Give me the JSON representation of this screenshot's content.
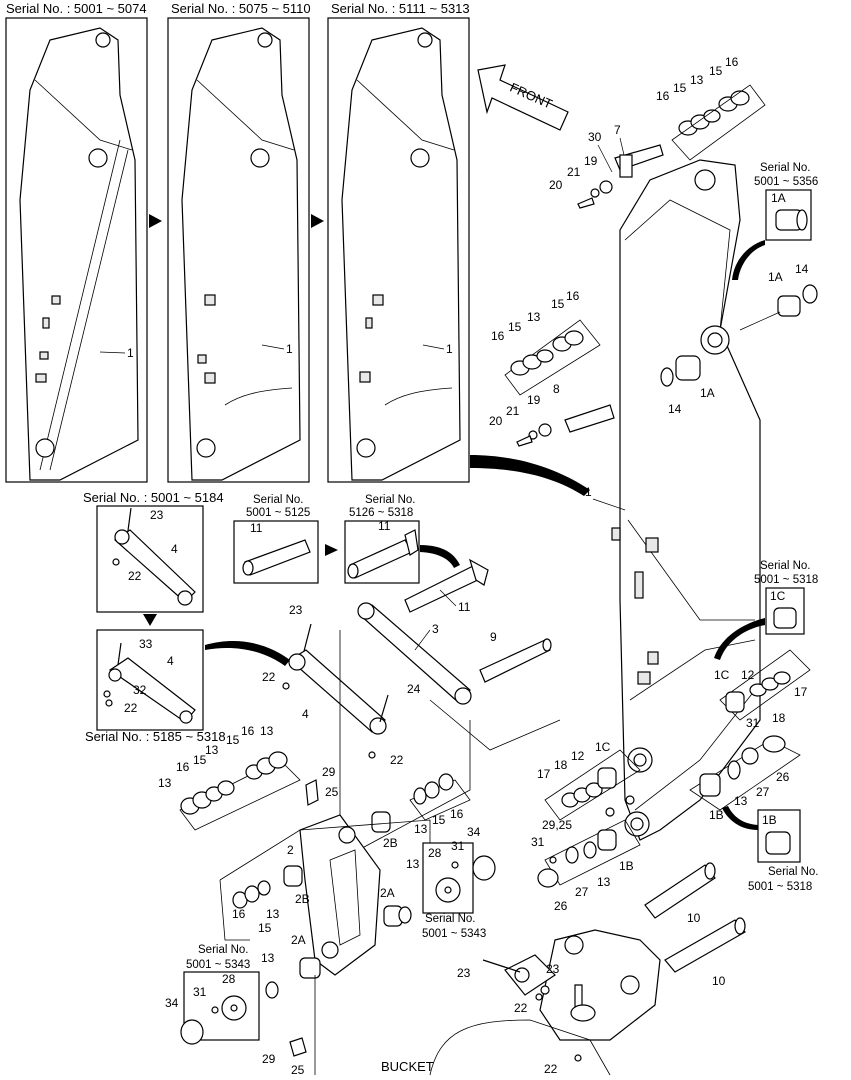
{
  "top_panels": [
    {
      "serial": "Serial No. : 5001 ~ 5074",
      "part": "1"
    },
    {
      "serial": "Serial No. : 5075 ~ 5110",
      "part": "1"
    },
    {
      "serial": "Serial No. : 5111 ~ 5313",
      "part": "1"
    }
  ],
  "front_label": "FRONT",
  "bucket_label": "BUCKET",
  "link_top": {
    "serial": "Serial No. : 5001 ~ 5184",
    "part": "4",
    "labels": [
      "23",
      "22"
    ]
  },
  "link_bottom": {
    "serial": "Serial No. : 5185 ~ 5318",
    "part": "4",
    "labels": [
      "33",
      "32",
      "22"
    ]
  },
  "pin11_a": {
    "serial_1": "Serial No.",
    "serial_2": "5001 ~ 5125",
    "part": "11"
  },
  "pin11_b": {
    "serial_1": "Serial No.",
    "serial_2": "5126 ~ 5318",
    "part": "11"
  },
  "bush_1a": {
    "serial_1": "Serial No.",
    "serial_2": "5001 ~ 5356",
    "part": "1A"
  },
  "bush_1c": {
    "serial_1": "Serial No.",
    "serial_2": "5001 ~ 5318",
    "part": "1C"
  },
  "bush_1b": {
    "serial_1": "Serial No.",
    "serial_2": "5001 ~ 5318",
    "part": "1B"
  },
  "plate_right": {
    "serial_1": "Serial No.",
    "serial_2": "5001 ~ 5343",
    "labels": [
      "28",
      "31"
    ]
  },
  "plate_left": {
    "serial_1": "Serial No.",
    "serial_2": "5001 ~ 5343",
    "labels": [
      "28",
      "31",
      "34"
    ]
  },
  "callouts": {
    "c30": "30",
    "c7": "7",
    "c19a": "19",
    "c21a": "21",
    "c20a": "20",
    "c16a": "16",
    "c15a": "15",
    "c13a": "13",
    "c15b": "15",
    "c16b": "16",
    "c14a": "14",
    "c1Aa": "1A",
    "c14b": "14",
    "c1Ab": "1A",
    "c16c": "16",
    "c15c": "15",
    "c13b": "13",
    "c15d": "15",
    "c16d": "16",
    "c8": "8",
    "c19b": "19",
    "c21b": "21",
    "c20b": "20",
    "c1": "1",
    "c9": "9",
    "c3": "3",
    "c11": "11",
    "c23a": "23",
    "c22a": "22",
    "c24": "24",
    "c4": "4",
    "c22b": "22",
    "c12a": "12",
    "c1Ca": "1C",
    "c17a": "17",
    "c18a": "18",
    "c31a": "31",
    "c26a": "26",
    "c27a": "27",
    "c13c": "13",
    "c1Ba": "1B",
    "c17b": "17",
    "c18b": "18",
    "c12b": "12",
    "c1Cb": "1C",
    "c2925": "29,25",
    "c31b": "31",
    "c1Bb": "1B",
    "c13d": "13",
    "c27b": "27",
    "c26b": "26",
    "c10a": "10",
    "c10b": "10",
    "c23b": "23",
    "c23c": "23",
    "c22c": "22",
    "c22d": "22",
    "c16e": "16",
    "c15e": "15",
    "c13e": "13",
    "c13f": "13",
    "c16f": "16",
    "c15f": "15",
    "c13g": "13",
    "c29a": "29",
    "c25a": "25",
    "c2": "2",
    "c2Ba": "2B",
    "c2Bb": "2B",
    "c13h": "13",
    "c15g": "15",
    "c16g": "16",
    "c34": "34",
    "c16h": "16",
    "c15h": "15",
    "c13i": "13",
    "c2Aa": "2A",
    "c2Ab": "2A",
    "c13j": "13",
    "c13k": "13",
    "c29b": "29",
    "c25b": "25"
  }
}
